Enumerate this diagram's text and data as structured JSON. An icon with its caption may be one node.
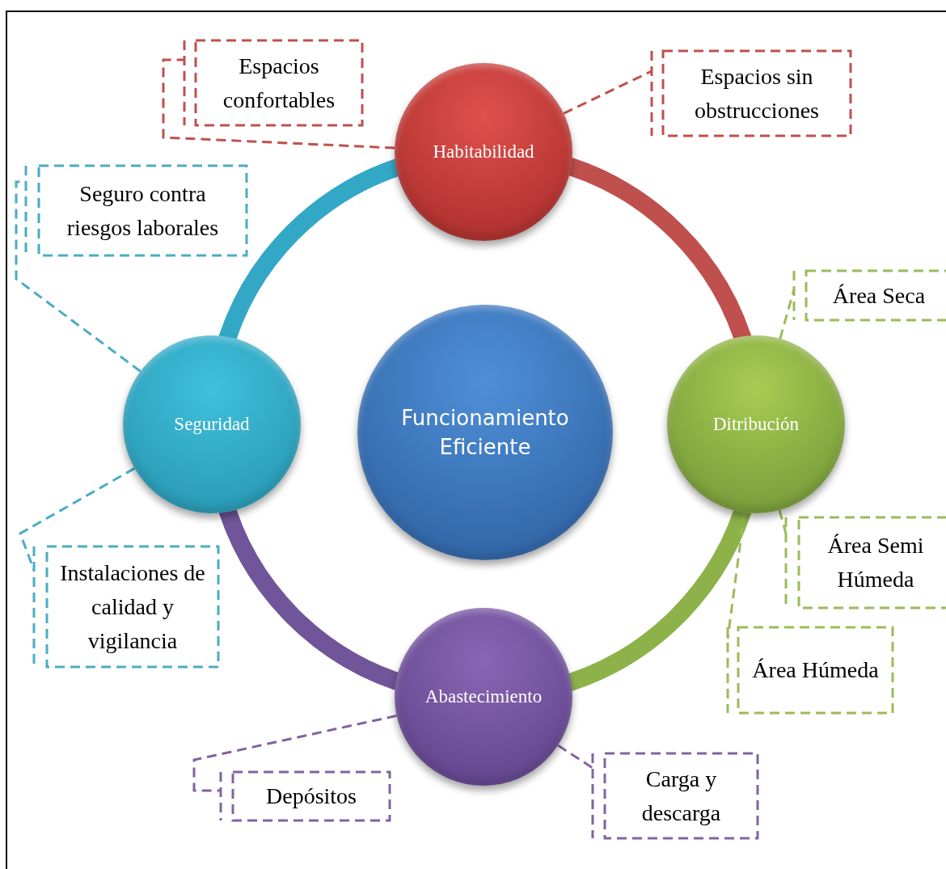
{
  "diagram": {
    "nodes": [
      {
        "text": [
          "Funcionamiento Eficiente"
        ]
      },
      {
        "text": [
          "Habitabilidad"
        ]
      },
      {
        "text": [
          "Espacios confortables"
        ]
      },
      {
        "text": [
          "Espacios sin obstrucciones"
        ]
      },
      {
        "text": [
          "Ditribución"
        ]
      },
      {
        "text": [
          "Área Seca"
        ]
      },
      {
        "text": [
          "Área Semi Húmeda"
        ]
      },
      {
        "text": [
          "Área Húmeda"
        ]
      },
      {
        "text": [
          "Abastecimiento"
        ]
      },
      {
        "text": [
          "Depósitos"
        ]
      },
      {
        "text": [
          "Carga y descarga"
        ]
      },
      {
        "text": [
          "Seguridad"
        ]
      },
      {
        "text": [
          "Seguro contra riesgos laborales"
        ]
      },
      {
        "text": [
          "Instalaciones de calidad y vigilancia"
        ]
      }
    ],
    "edges": [
      {
        "from": 1,
        "to": 4,
        "arrow": "none",
        "style": "thick",
        "color": "#c0504d"
      },
      {
        "from": 4,
        "to": 8,
        "arrow": "none",
        "style": "thick",
        "color": "#8db24a"
      },
      {
        "from": 8,
        "to": 11,
        "arrow": "none",
        "style": "thick",
        "color": "#70559a"
      },
      {
        "from": 11,
        "to": 1,
        "arrow": "none",
        "style": "thick",
        "color": "#33a8c6"
      },
      {
        "from": 1,
        "to": 2,
        "arrow": "none",
        "style": "dashed",
        "color": "#c0504d"
      },
      {
        "from": 1,
        "to": 3,
        "arrow": "none",
        "style": "dashed",
        "color": "#c0504d"
      },
      {
        "from": 4,
        "to": 5,
        "arrow": "none",
        "style": "dashed",
        "color": "#9bbb59"
      },
      {
        "from": 4,
        "to": 6,
        "arrow": "none",
        "style": "dashed",
        "color": "#9bbb59"
      },
      {
        "from": 4,
        "to": 7,
        "arrow": "none",
        "style": "dashed",
        "color": "#9bbb59"
      },
      {
        "from": 8,
        "to": 9,
        "arrow": "none",
        "style": "dashed",
        "color": "#8064a2"
      },
      {
        "from": 8,
        "to": 10,
        "arrow": "none",
        "style": "dashed",
        "color": "#8064a2"
      },
      {
        "from": 11,
        "to": 12,
        "arrow": "none",
        "style": "dashed",
        "color": "#4bacc6"
      },
      {
        "from": 11,
        "to": 13,
        "arrow": "none",
        "style": "dashed",
        "color": "#4bacc6"
      }
    ]
  }
}
